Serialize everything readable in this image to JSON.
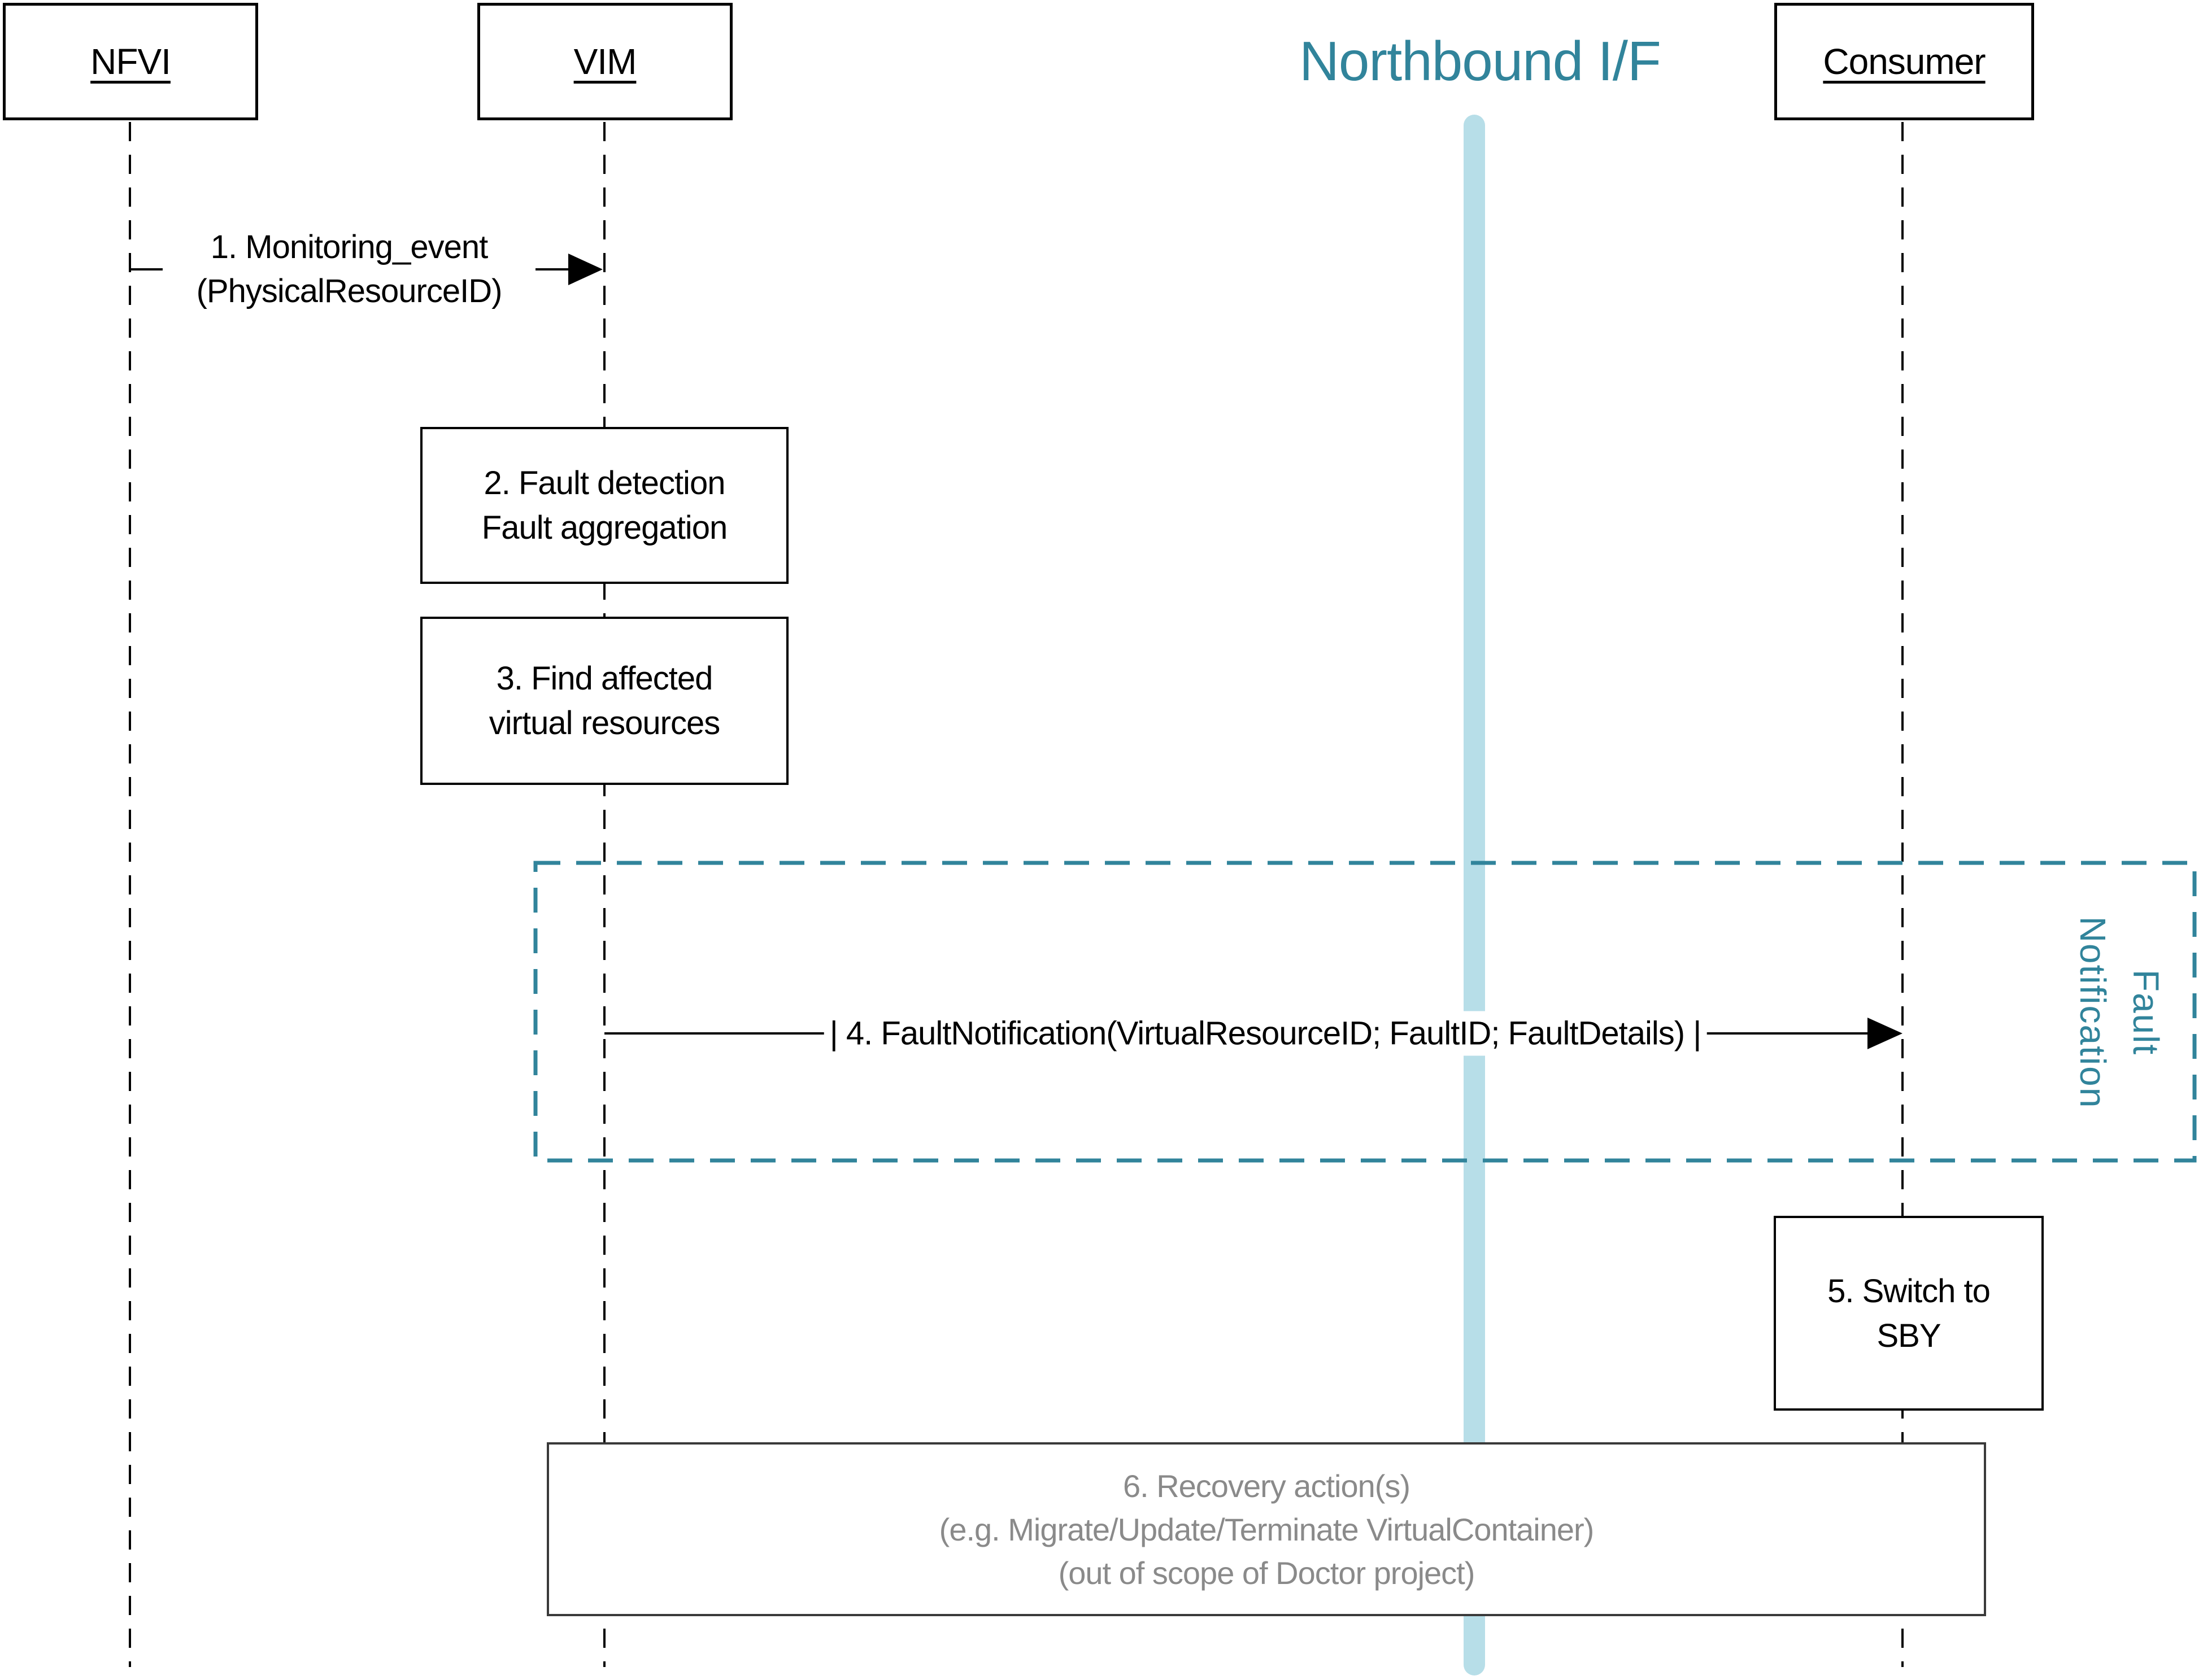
{
  "title": "Northbound I/F",
  "actors": {
    "nfvi": "NFVI",
    "vim": "VIM",
    "consumer": "Consumer"
  },
  "messages": {
    "m1": {
      "l1": "1. Monitoring_event",
      "l2": "(PhysicalResourceID)"
    },
    "m4": {
      "label": "| 4. FaultNotification(VirtualResourceID; FaultID; FaultDetails) |"
    }
  },
  "activities": {
    "a2": {
      "l1": "2. Fault detection",
      "l2": "Fault aggregation"
    },
    "a3": {
      "l1": "3. Find affected",
      "l2": "virtual resources"
    },
    "a5": {
      "l1": "5. Switch to",
      "l2": "SBY"
    },
    "a6": {
      "l1": "6. Recovery action(s)",
      "l2": "(e.g. Migrate/Update/Terminate VirtualContainer)",
      "l3": "(out of scope of Doctor project)"
    }
  },
  "frame": {
    "l1": "Fault",
    "l2": "Notification"
  },
  "colors": {
    "teal": "#31849B",
    "light_blue_bar": "#B7DEE8",
    "gray_text": "#8A8A8A",
    "line_black": "#000000"
  }
}
